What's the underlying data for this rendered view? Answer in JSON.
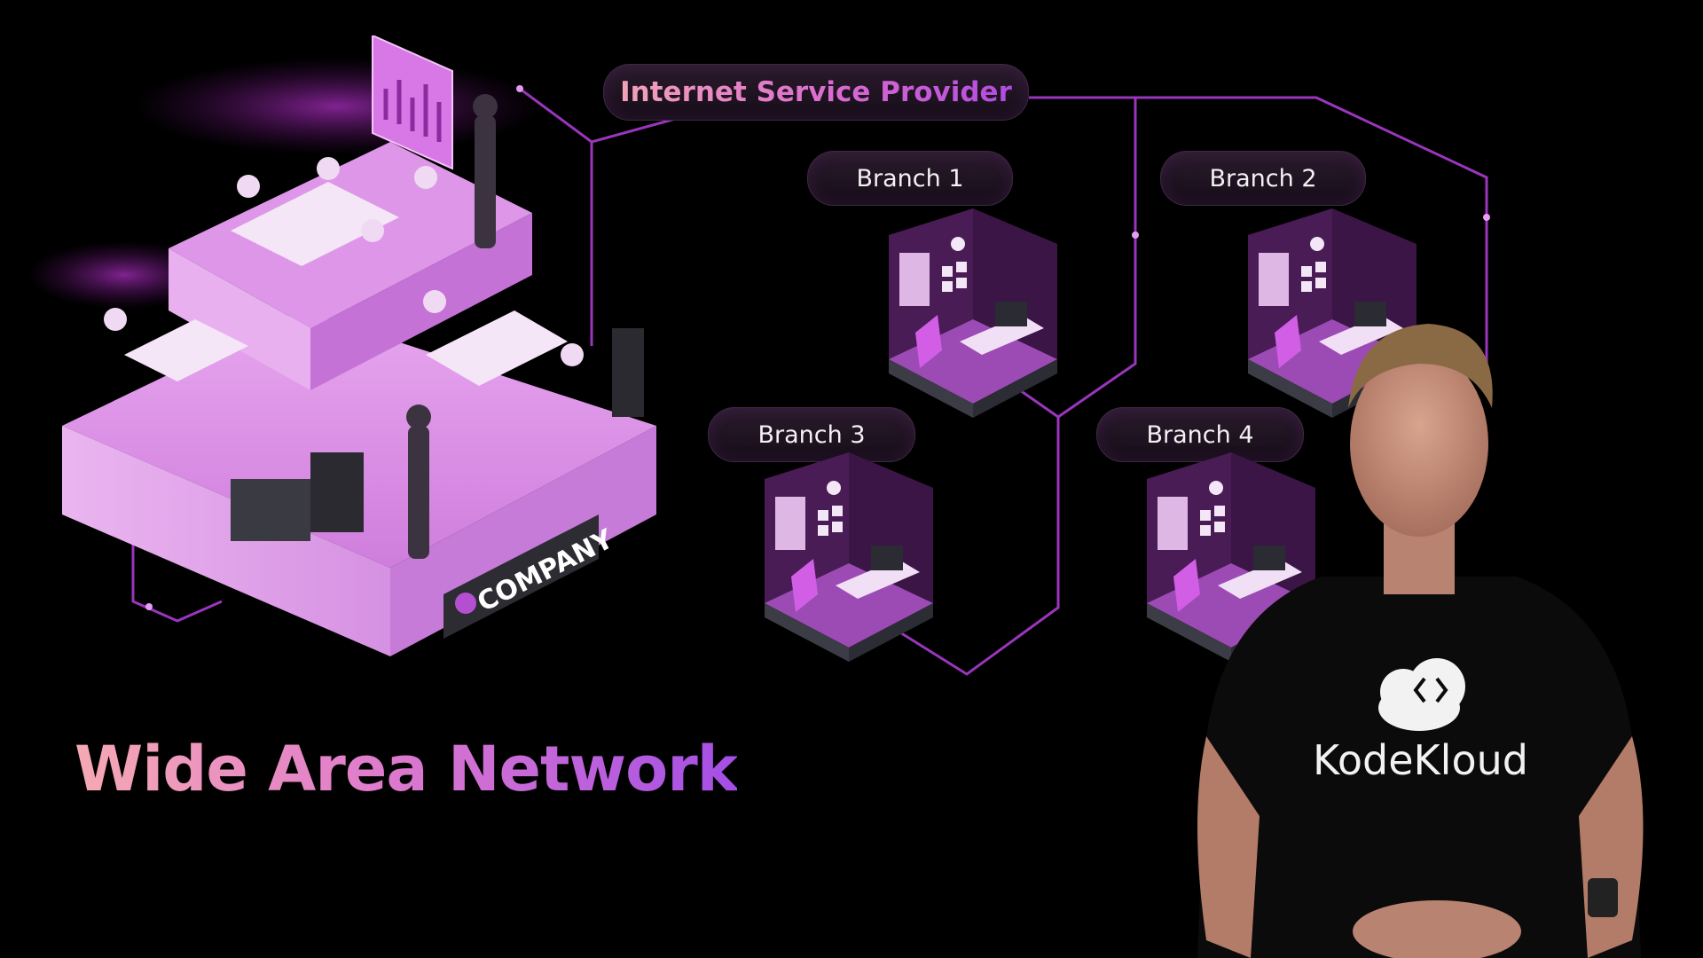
{
  "diagram": {
    "isp_label": "Internet Service Provider",
    "branches": [
      {
        "id": "branch-1",
        "label": "Branch 1"
      },
      {
        "id": "branch-2",
        "label": "Branch 2"
      },
      {
        "id": "branch-3",
        "label": "Branch 3"
      },
      {
        "id": "branch-4",
        "label": "Branch 4"
      }
    ],
    "company_sign": "COMPANY",
    "title": "Wide Area Network"
  },
  "presenter": {
    "shirt_brand": "KodeKloud"
  },
  "colors": {
    "background": "#000000",
    "connector": "#a13ec4",
    "office_purple": "#c266d8",
    "room_dark": "#2a1030"
  }
}
